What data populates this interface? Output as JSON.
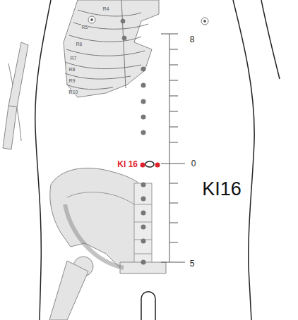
{
  "diagram": {
    "labels": [
      "R4",
      "R5",
      "R6",
      "R7",
      "R8",
      "R9",
      "R10",
      "8",
      "0",
      "5",
      "KI 16",
      "KI16"
    ]
  }
}
